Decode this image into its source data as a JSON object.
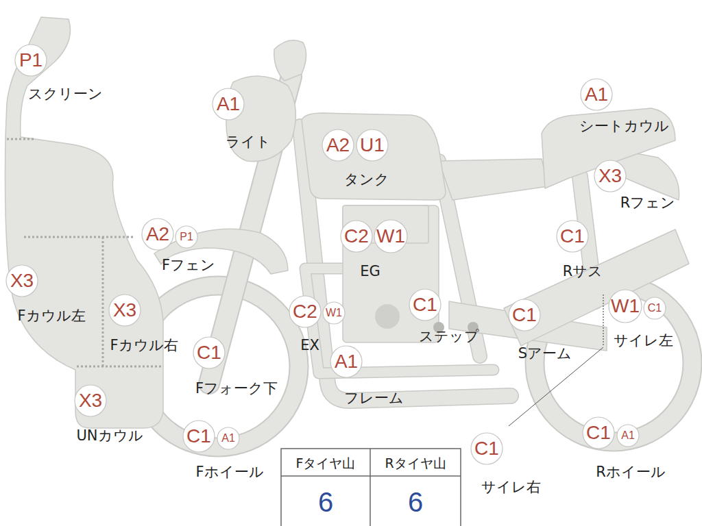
{
  "diagram": {
    "nodes": [
      {
        "text": [
          "P1"
        ]
      },
      {
        "text": [
          "A1"
        ]
      },
      {
        "text": [
          "A1"
        ]
      },
      {
        "text": [
          "A2"
        ]
      },
      {
        "text": [
          "U1"
        ]
      },
      {
        "text": [
          "X3"
        ]
      },
      {
        "text": [
          "A2"
        ]
      },
      {
        "text": [
          "P1"
        ]
      },
      {
        "text": [
          "C2"
        ]
      },
      {
        "text": [
          "W1"
        ]
      },
      {
        "text": [
          "C1"
        ]
      },
      {
        "text": [
          "X3"
        ]
      },
      {
        "text": [
          "C1"
        ]
      },
      {
        "text": [
          "W1"
        ]
      },
      {
        "text": [
          "C1"
        ]
      },
      {
        "text": [
          "X3"
        ]
      },
      {
        "text": [
          "C2"
        ]
      },
      {
        "text": [
          "W1"
        ]
      },
      {
        "text": [
          "C1"
        ]
      },
      {
        "text": [
          "C1"
        ]
      },
      {
        "text": [
          "A1"
        ]
      },
      {
        "text": [
          "X3"
        ]
      },
      {
        "text": [
          "C1"
        ]
      },
      {
        "text": [
          "A1"
        ]
      },
      {
        "text": [
          "C1"
        ]
      },
      {
        "text": [
          "A1"
        ]
      },
      {
        "text": [
          "C1"
        ]
      }
    ],
    "labels": [
      "スクリーン",
      "ライト",
      "シートカウル",
      "タンク",
      "Rフェン",
      "Fフェン",
      "EG",
      "Rサス",
      "Fカウル左",
      "ステップ",
      "EX",
      "Fカウル右",
      "サイレ左",
      "Sアーム",
      "Fフォーク下",
      "フレーム",
      "UNカウル",
      "Fタイヤ山",
      "Rタイヤ山",
      "Fホイール",
      "Rホイール",
      "サイレ右",
      "6",
      "6"
    ]
  }
}
